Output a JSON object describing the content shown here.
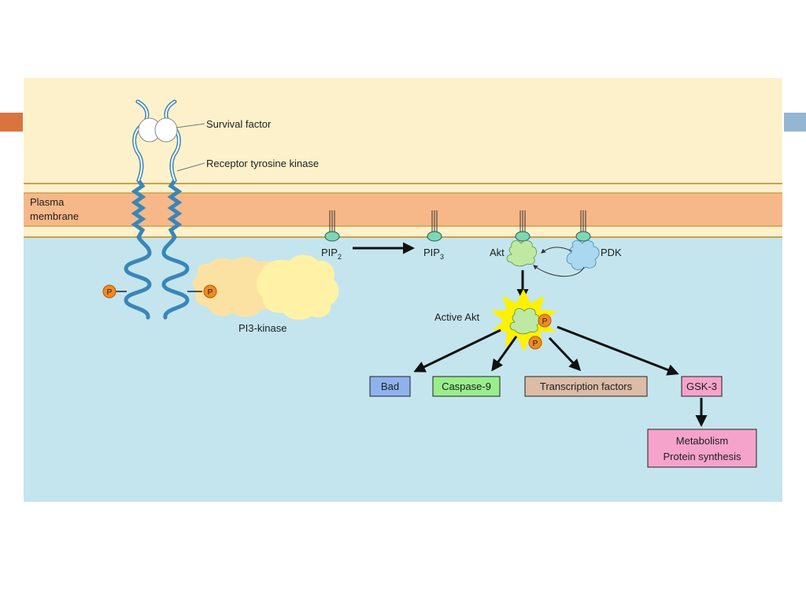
{
  "colors": {
    "accent_left": "#d9743f",
    "accent_right": "#94b6d2",
    "extracellular": "#fdf1cc",
    "membrane": "#f7b889",
    "membrane_edge": "#c9a24a",
    "cytoplasm": "#c4e5ee",
    "receptor": "#3a86b8",
    "pi3k": "#fbe2a2",
    "pi3k_dark": "#fff2a6",
    "akt": "#bfe8a3",
    "pdk": "#a9d8f0",
    "phosphate": "#f08a24",
    "burst": "#fff200",
    "bad": "#8fb2ee",
    "caspase": "#99ee8c",
    "tf": "#dcbca7",
    "gsk": "#f5a3cb",
    "metab": "#f5a3cb"
  },
  "labels": {
    "survival_factor": "Survival factor",
    "rtk": "Receptor tyrosine kinase",
    "membrane_line1": "Plasma",
    "membrane_line2": "membrane",
    "pip2": "PIP",
    "pip2_sub": "2",
    "pip3": "PIP",
    "pip3_sub": "3",
    "akt": "Akt",
    "pdk": "PDK",
    "pi3k": "PI3-kinase",
    "active_akt": "Active Akt",
    "phosphate": "P"
  },
  "targets": {
    "bad": "Bad",
    "caspase9": "Caspase-9",
    "transcription_factors": "Transcription factors",
    "gsk3": "GSK-3"
  },
  "downstream": {
    "line1": "Metabolism",
    "line2": "Protein synthesis"
  }
}
